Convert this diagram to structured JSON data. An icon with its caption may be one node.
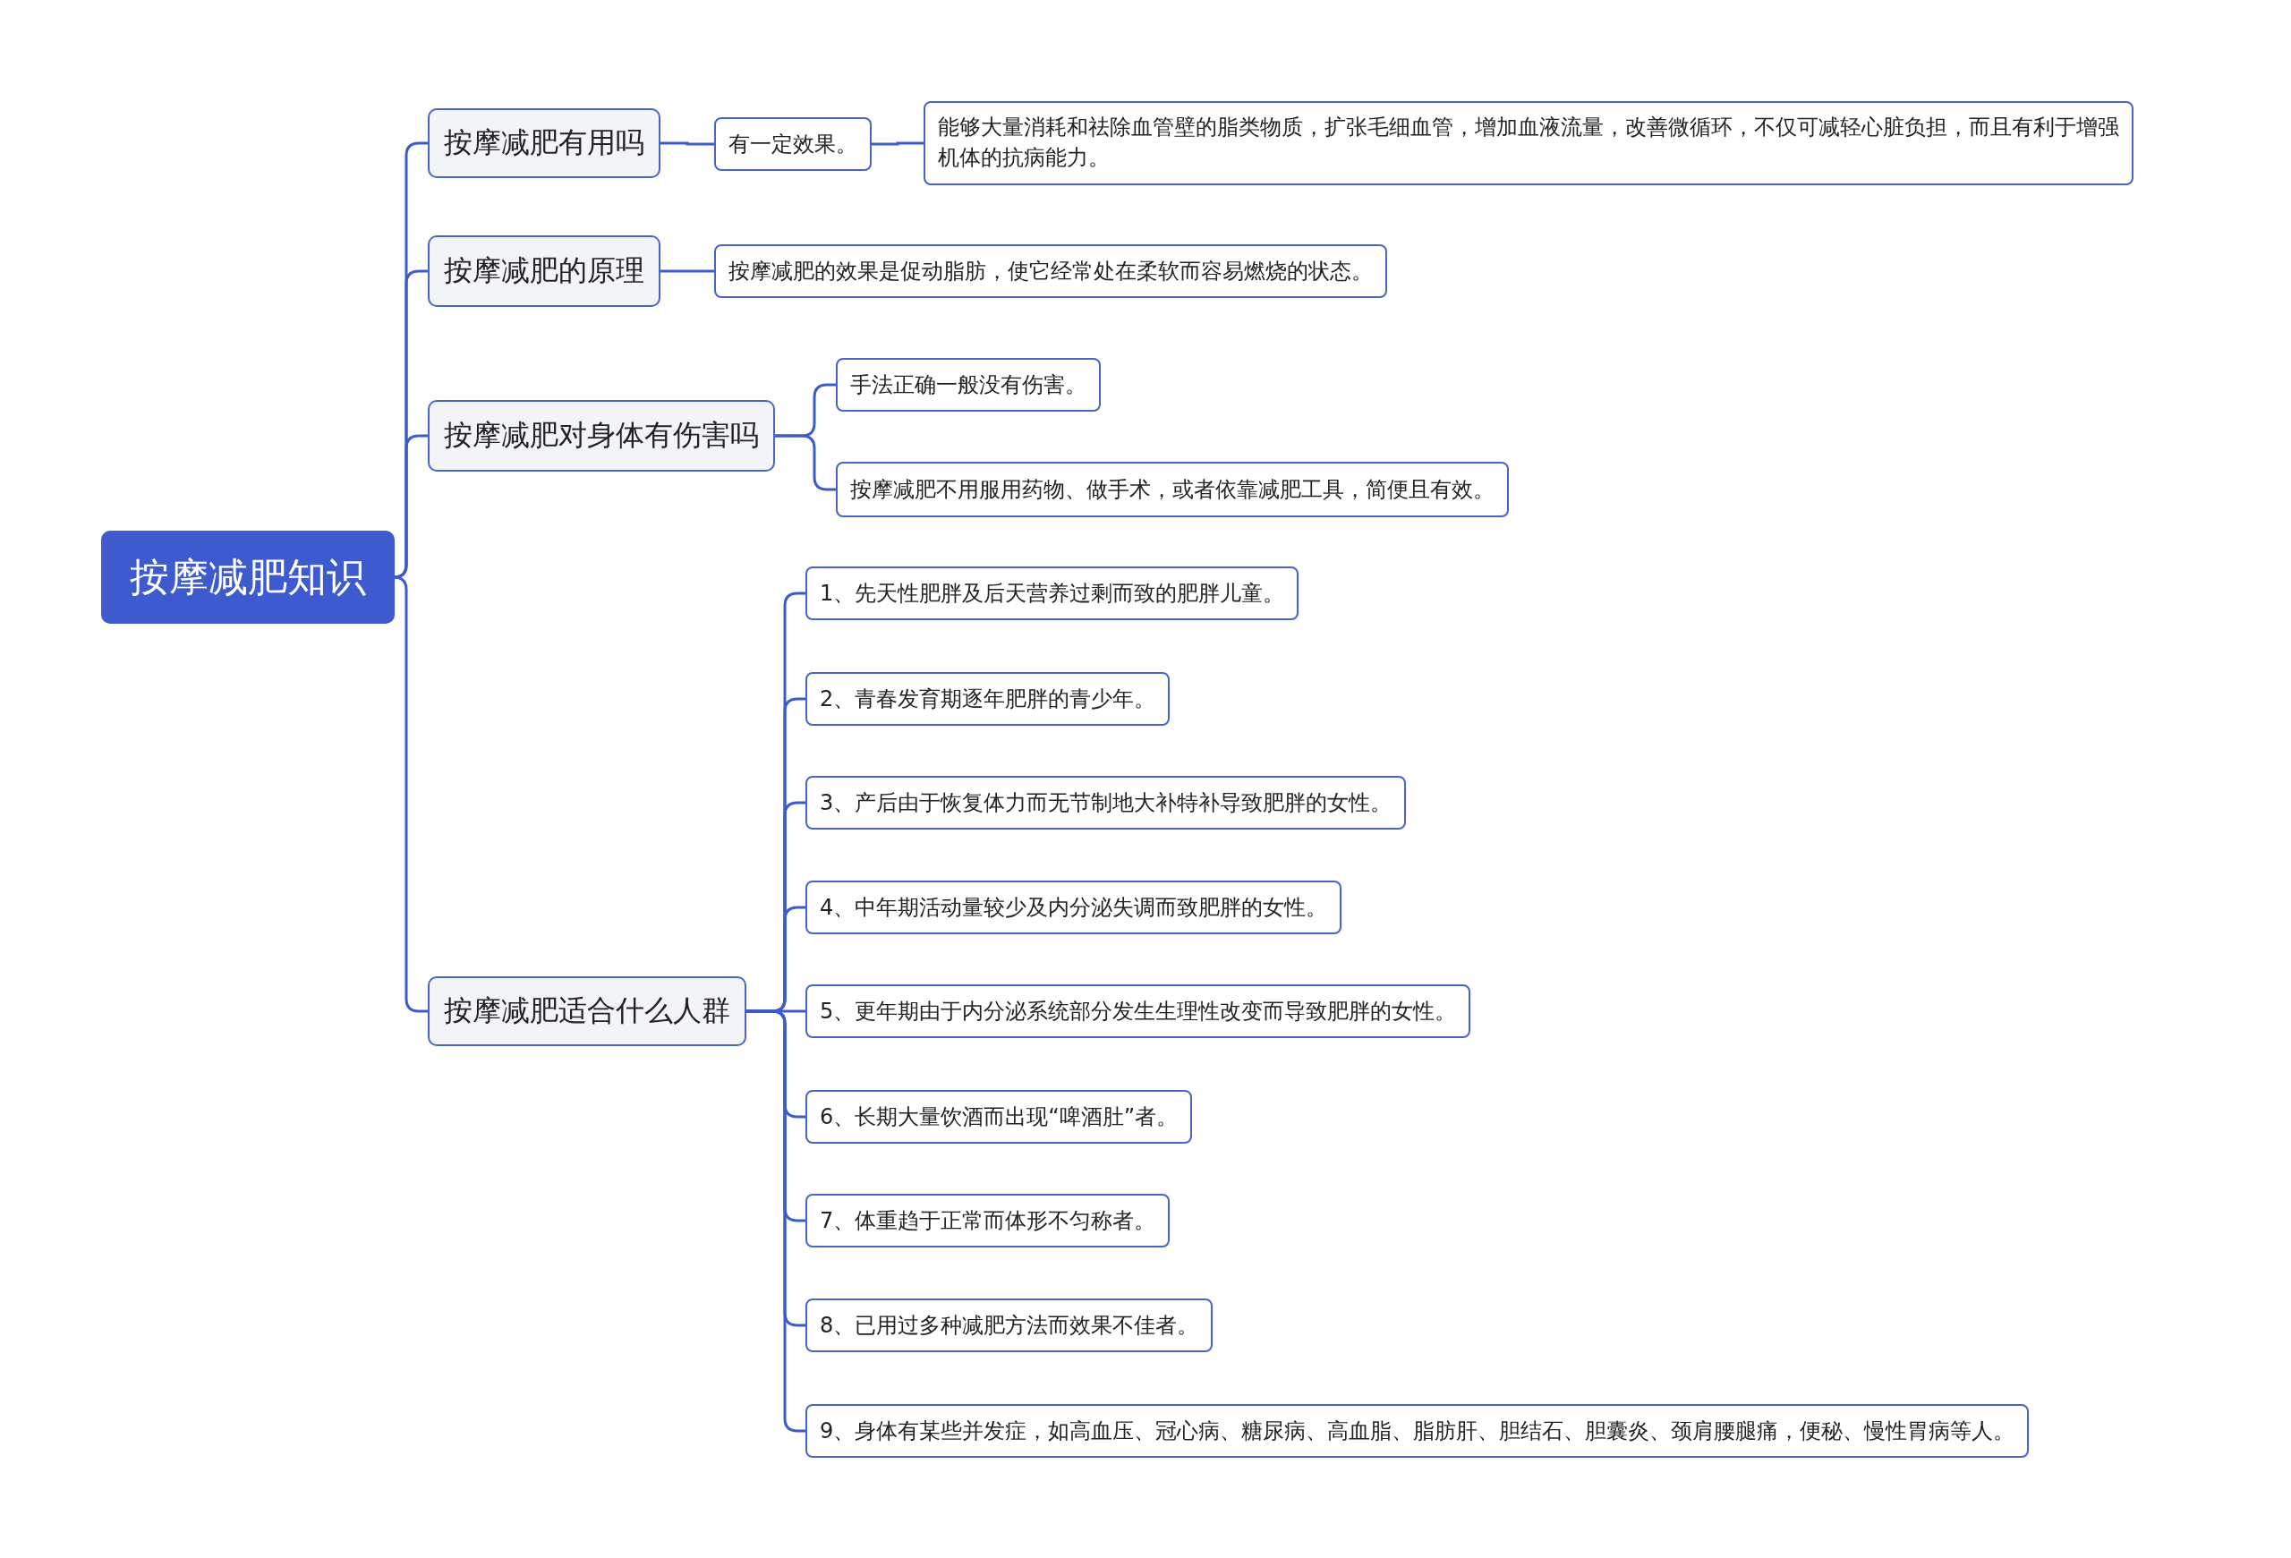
{
  "diagram": {
    "nodes": [
      {
        "text": [
          "按摩减肥知识"
        ]
      },
      {
        "text": [
          "按摩减肥有用吗"
        ]
      },
      {
        "text": [
          "有一定效果。"
        ]
      },
      {
        "text": [
          "能够大量消耗和祛除血管壁的脂类物质，扩张毛细血管，增加血液流量，改善微循环，不仅可减轻心脏负担，而且有利于增强机体的抗病能力。"
        ]
      },
      {
        "text": [
          "按摩减肥的原理"
        ]
      },
      {
        "text": [
          "按摩减肥的效果是促动脂肪，使它经常处在柔软而容易燃烧的状态。"
        ]
      },
      {
        "text": [
          "按摩减肥对身体有伤害吗"
        ]
      },
      {
        "text": [
          "手法正确一般没有伤害。"
        ]
      },
      {
        "text": [
          "按摩减肥不用服用药物、做手术，或者依靠减肥工具，简便且有效。"
        ]
      },
      {
        "text": [
          "按摩减肥适合什么人群"
        ]
      },
      {
        "text": [
          "1、先天性肥胖及后天营养过剩而致的肥胖儿童。"
        ]
      },
      {
        "text": [
          "2、青春发育期逐年肥胖的青少年。"
        ]
      },
      {
        "text": [
          "3、产后由于恢复体力而无节制地大补特补导致肥胖的女性。"
        ]
      },
      {
        "text": [
          "4、中年期活动量较少及内分泌失调而致肥胖的女性。"
        ]
      },
      {
        "text": [
          "5、更年期由于内分泌系统部分发生生理性改变而导致肥胖的女性。"
        ]
      },
      {
        "text": [
          "6、长期大量饮酒而出现“啤酒肚”者。"
        ]
      },
      {
        "text": [
          "7、体重趋于正常而体形不匀称者。"
        ]
      },
      {
        "text": [
          "8、已用过多种减肥方法而效果不佳者。"
        ]
      },
      {
        "text": [
          "9、身体有某些并发症，如高血压、冠心病、糖尿病、高血脂、脂肪肝、胆结石、胆囊炎、颈肩腰腿痛，便秘、慢性胃病等人。"
        ]
      }
    ],
    "edges": [
      {
        "from": 0,
        "to": 1,
        "arrow": "none"
      },
      {
        "from": 0,
        "to": 4,
        "arrow": "none"
      },
      {
        "from": 0,
        "to": 6,
        "arrow": "none"
      },
      {
        "from": 0,
        "to": 9,
        "arrow": "none"
      },
      {
        "from": 1,
        "to": 2,
        "arrow": "none"
      },
      {
        "from": 2,
        "to": 3,
        "arrow": "none"
      },
      {
        "from": 4,
        "to": 5,
        "arrow": "none"
      },
      {
        "from": 6,
        "to": 7,
        "arrow": "none"
      },
      {
        "from": 6,
        "to": 8,
        "arrow": "none"
      },
      {
        "from": 9,
        "to": 10,
        "arrow": "none"
      },
      {
        "from": 9,
        "to": 11,
        "arrow": "none"
      },
      {
        "from": 9,
        "to": 12,
        "arrow": "none"
      },
      {
        "from": 9,
        "to": 13,
        "arrow": "none"
      },
      {
        "from": 9,
        "to": 14,
        "arrow": "none"
      },
      {
        "from": 9,
        "to": 15,
        "arrow": "none"
      },
      {
        "from": 9,
        "to": 16,
        "arrow": "none"
      },
      {
        "from": 9,
        "to": 17,
        "arrow": "none"
      },
      {
        "from": 9,
        "to": 18,
        "arrow": "none"
      }
    ]
  }
}
